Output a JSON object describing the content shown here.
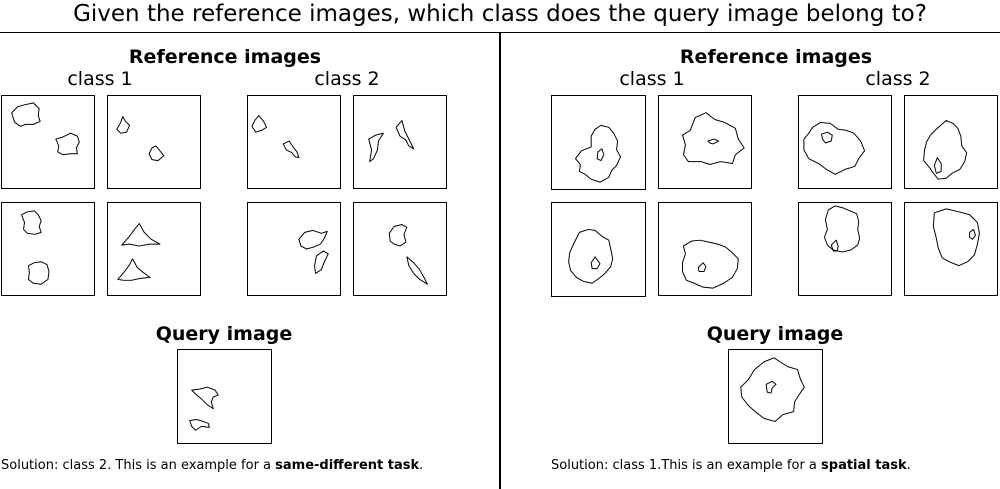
{
  "title": "Given the reference images, which class does the query image belong to?",
  "panels": [
    {
      "reference_heading": "Reference images",
      "class1_label": "class 1",
      "class2_label": "class 2",
      "query_heading": "Query image",
      "solution_prefix": "Solution: class 2. This is an example for a ",
      "solution_task": "same-different task",
      "solution_suffix": "."
    },
    {
      "reference_heading": "Reference images",
      "class1_label": "class 1",
      "class2_label": "class 2",
      "query_heading": "Query image",
      "solution_prefix": "Solution: class 1.This is an example for a ",
      "solution_task": "spatial task",
      "solution_suffix": "."
    }
  ]
}
